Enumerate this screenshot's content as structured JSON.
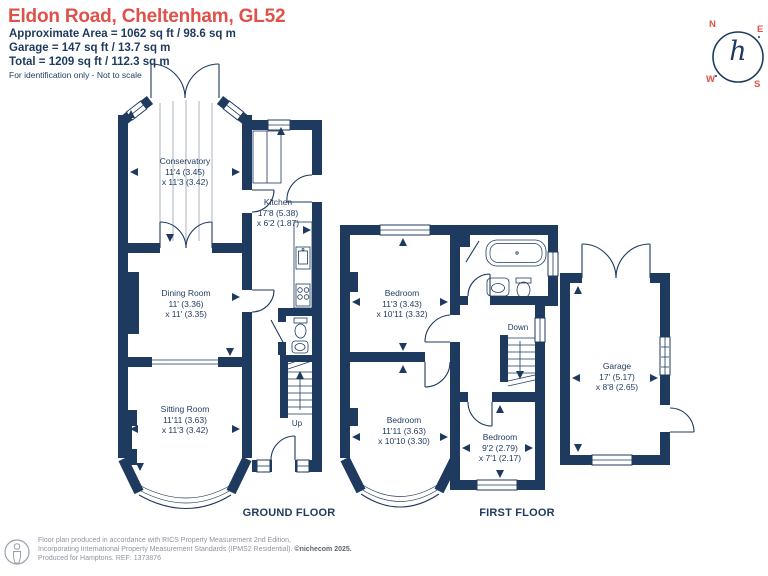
{
  "header": {
    "title": "Eldon Road, Cheltenham, GL52",
    "area_line1": "Approximate Area = 1062 sq ft / 98.6 sq m",
    "area_line2": "Garage = 147 sq ft / 13.7 sq m",
    "area_line3": "Total = 1209 sq ft / 112.3 sq m",
    "disclaimer": "For identification only - Not to scale"
  },
  "compass": {
    "n": "N",
    "e": "E",
    "s": "S",
    "w": "W",
    "logo": "h"
  },
  "ground_floor": {
    "label": "GROUND FLOOR",
    "up": "Up",
    "conservatory": {
      "name": "Conservatory",
      "dim1": "11'4 (3.45)",
      "dim2": "x 11'3 (3.42)"
    },
    "kitchen": {
      "name": "Kitchen",
      "dim1": "17'8 (5.38)",
      "dim2": "x 6'2 (1.87)"
    },
    "dining": {
      "name": "Dining Room",
      "dim1": "11' (3.36)",
      "dim2": "x 11' (3.35)"
    },
    "sitting": {
      "name": "Sitting Room",
      "dim1": "11'11 (3.63)",
      "dim2": "x 11'3 (3.42)"
    }
  },
  "first_floor": {
    "label": "FIRST FLOOR",
    "down": "Down",
    "bedroom1": {
      "name": "Bedroom",
      "dim1": "11'3 (3.43)",
      "dim2": "x 10'11 (3.32)"
    },
    "bedroom2": {
      "name": "Bedroom",
      "dim1": "11'11 (3.63)",
      "dim2": "x 10'10 (3.30)"
    },
    "bedroom3": {
      "name": "Bedroom",
      "dim1": "9'2 (2.79)",
      "dim2": "x 7'1 (2.17)"
    }
  },
  "garage": {
    "name": "Garage",
    "dim1": "17' (5.17)",
    "dim2": "x 8'8 (2.65)"
  },
  "footer": {
    "line1": "Floor plan produced in accordance with RICS Property Measurement 2nd Edition,",
    "line2": "Incorporating International Property Measurement Standards (IPMS2 Residential).",
    "copyright": "©nichecom 2025.",
    "line3": "Produced for Hamptons.   REF:  1373876"
  },
  "colors": {
    "wall": "#1e3a5e",
    "accent": "#e05149"
  }
}
